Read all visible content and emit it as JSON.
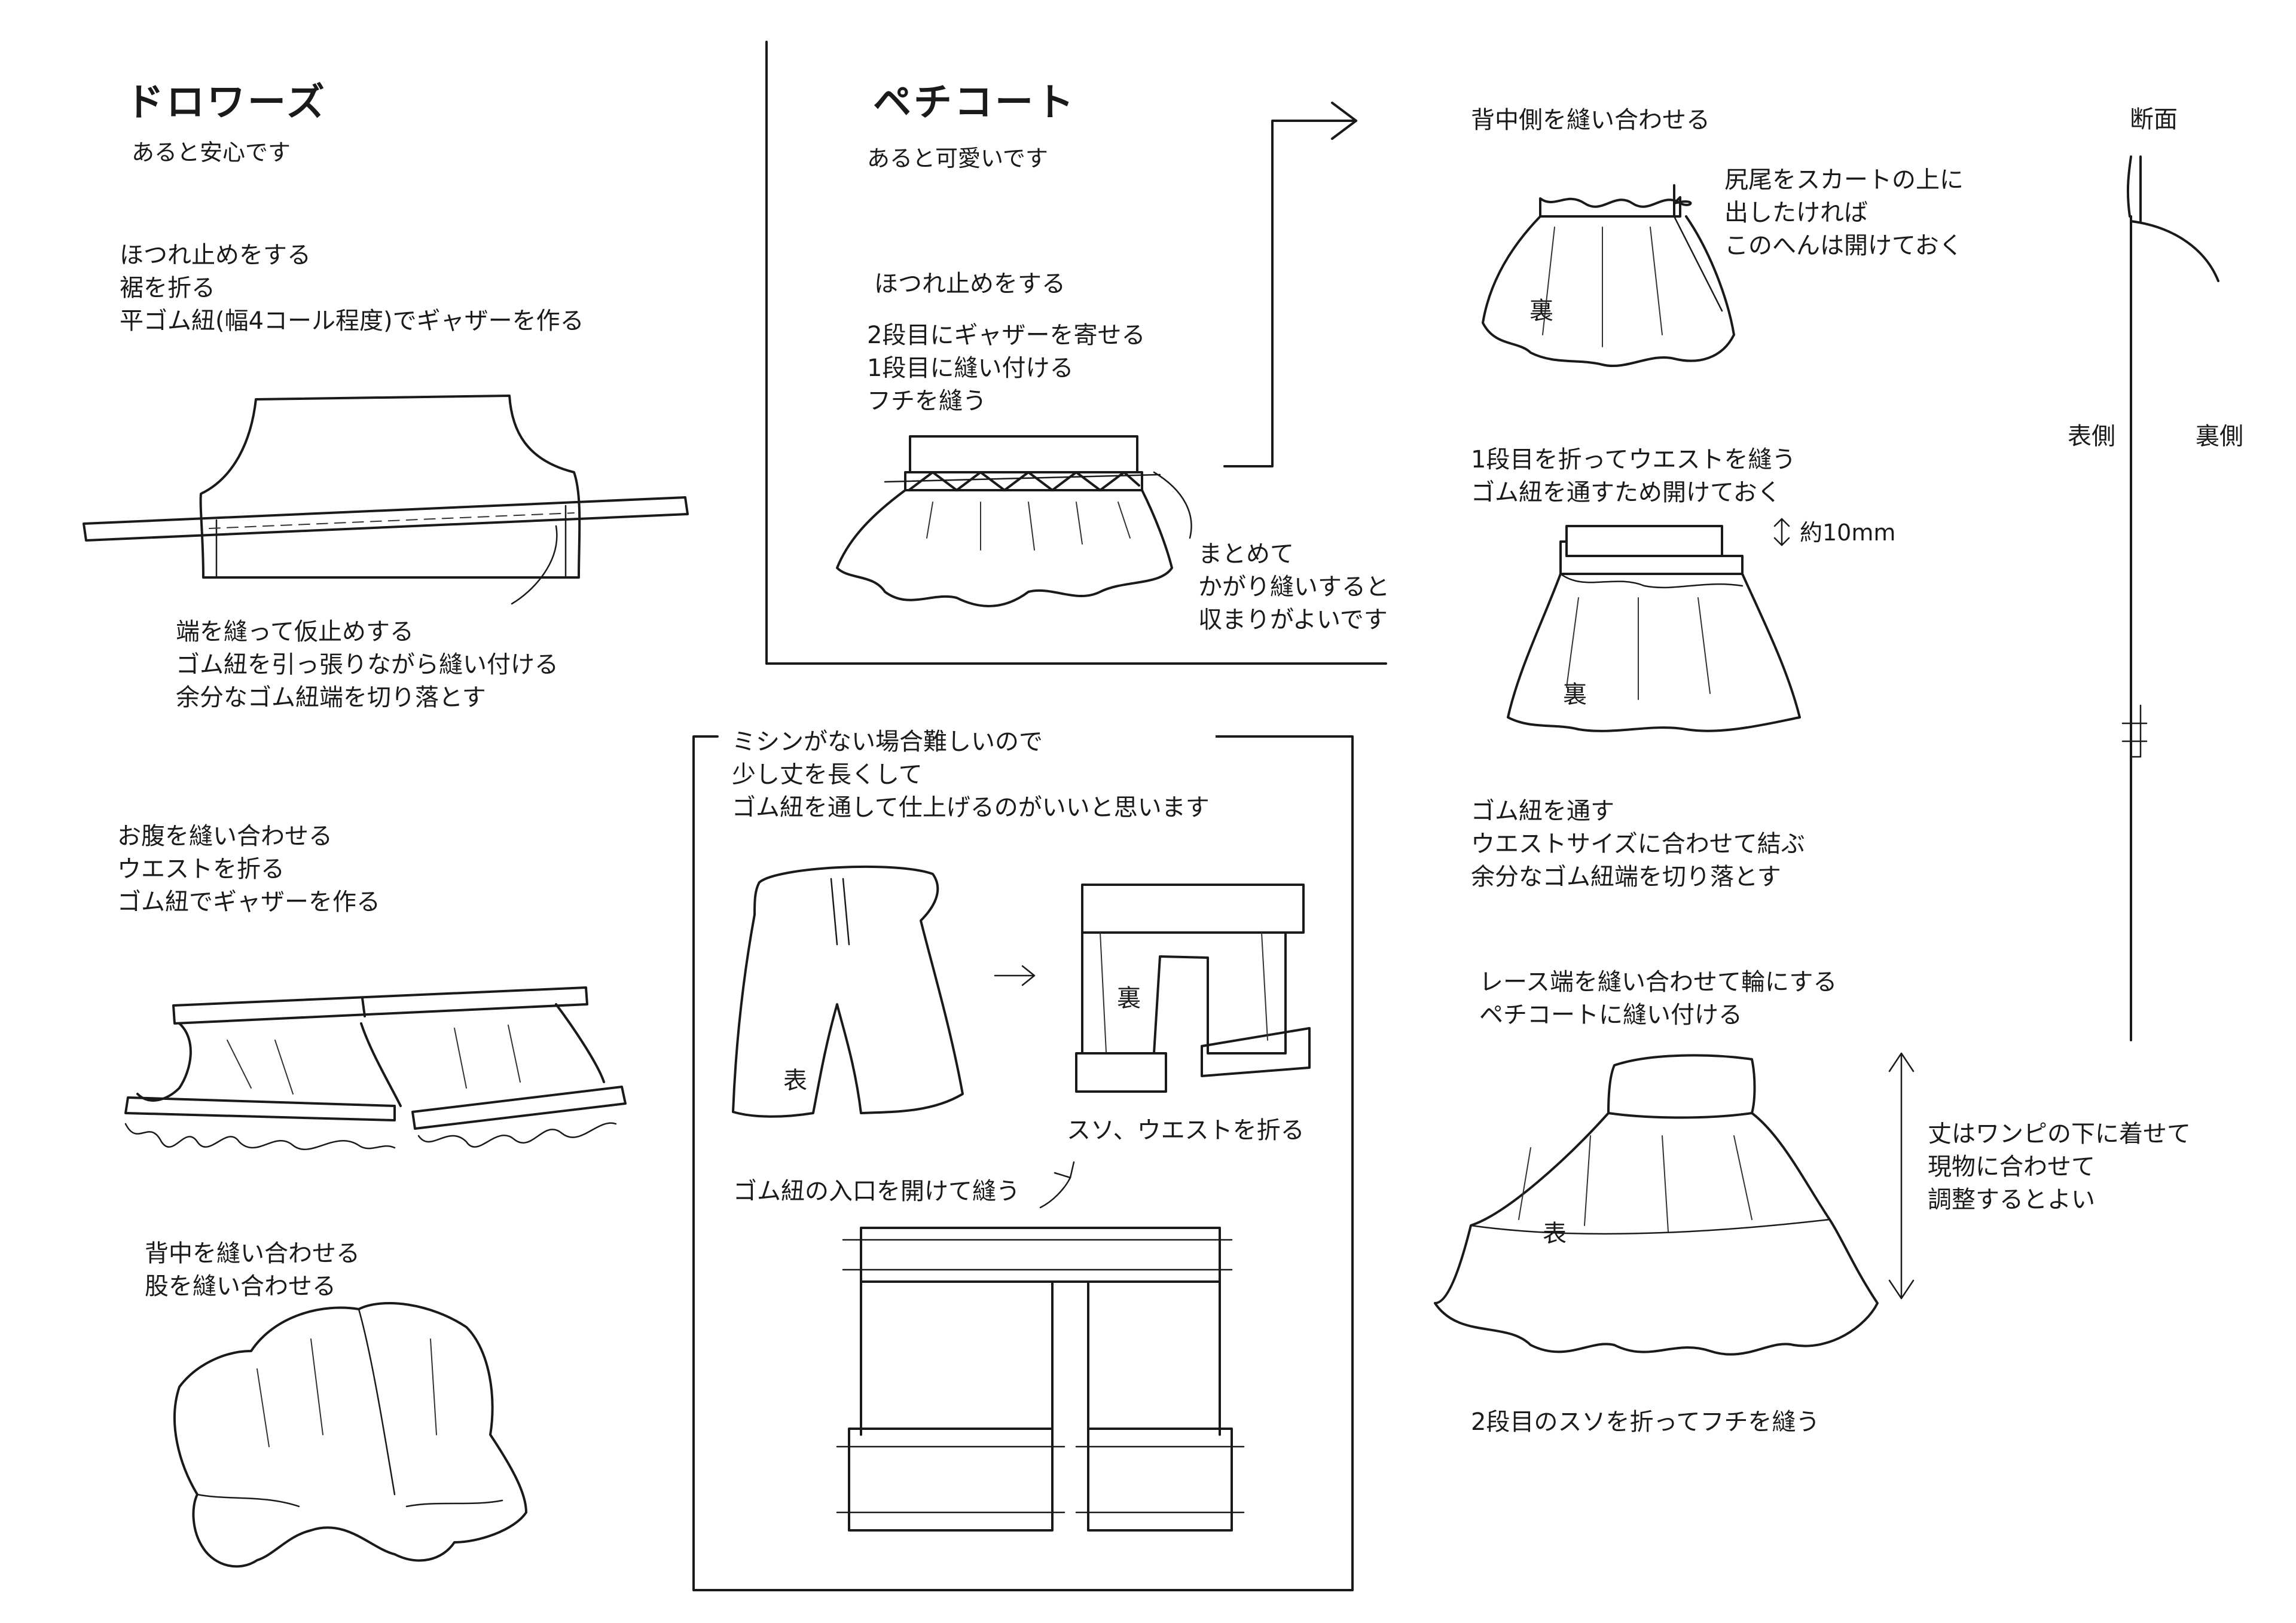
{
  "drawers": {
    "title": "ドロワーズ",
    "subtitle": "あると安心です",
    "step1": "ほつれ止めをする\n裾を折る\n平ゴム紐(幅4コール程度)でギャザーを作る",
    "step2": "端を縫って仮止めする\nゴム紐を引っ張りながら縫い付ける\n余分なゴム紐端を切り落とす",
    "step3": "お腹を縫い合わせる\nウエストを折る\nゴム紐でギャザーを作る",
    "step4": "背中を縫い合わせる\n股を縫い合わせる"
  },
  "petticoat": {
    "title": "ペチコート",
    "subtitle": "あると可愛いです",
    "step1": "ほつれ止めをする",
    "step2": "2段目にギャザーを寄せる\n1段目に縫い付ける\nフチを縫う",
    "overcast_note": "まとめて\nかがり縫いすると\n収まりがよいです",
    "back_seam": "背中側を縫い合わせる",
    "tail_note": "尻尾をスカートの上に\n出したければ\nこのへんは開けておく",
    "reverse_label": "裏",
    "waist_note": "1段目を折ってウエストを縫う\nゴム紐を通すため開けておく",
    "size_note": "約10mm",
    "elastic_note": "ゴム紐を通す\nウエストサイズに合わせて結ぶ\n余分なゴム紐端を切り落とす",
    "lace_note": "レース端を縫い合わせて輪にする\nペチコートに縫い付ける",
    "front_label": "表",
    "length_note": "丈はワンピの下に着せて\n現物に合わせて\n調整するとよい",
    "hem_note": "2段目のスソを折ってフチを縫う"
  },
  "cross_section": {
    "title": "断面",
    "front_side": "表側",
    "back_side": "裏側"
  },
  "alt_method": {
    "heading": "ミシンがない場合難しいので\n少し丈を長くして\nゴム紐を通して仕上げるのがいいと思います",
    "front_label": "表",
    "back_label": "裏",
    "fold_note": "スソ、ウエストを折る",
    "entrance_note": "ゴム紐の入口を開けて縫う"
  }
}
